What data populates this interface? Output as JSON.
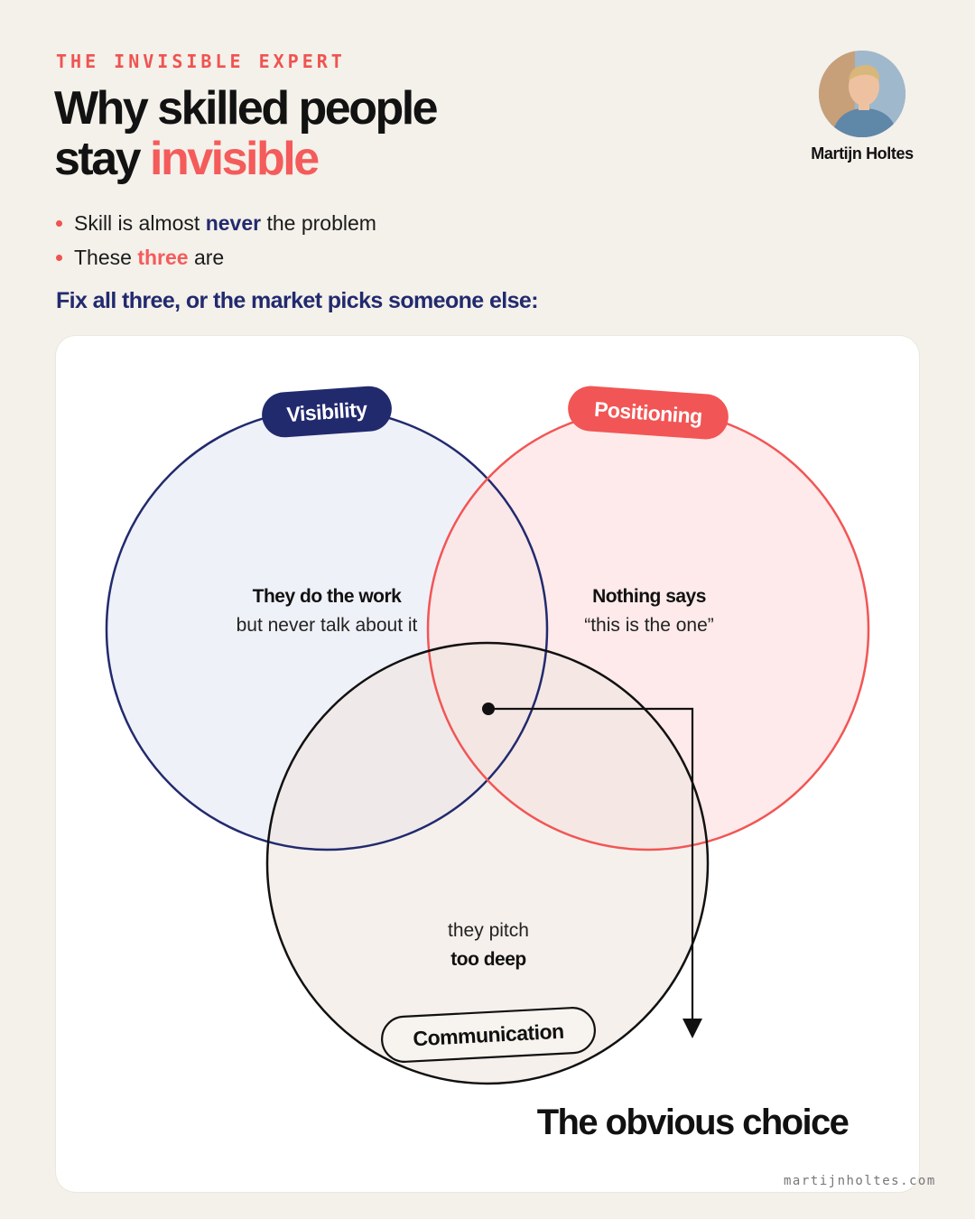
{
  "kicker": "THE INVISIBLE EXPERT",
  "title": {
    "line1": "Why skilled people",
    "line2_lead": "stay ",
    "line2_accent": "invisible"
  },
  "bullets": [
    {
      "before": "Skill is almost ",
      "emphasis": "never",
      "after": " the problem"
    },
    {
      "before": "These ",
      "emphasis": "three",
      "after": " are"
    }
  ],
  "subhead": "Fix all three, or the market picks someone else:",
  "author": {
    "name": "Martijn Holtes"
  },
  "venn": {
    "visibility": {
      "label": "Visibility",
      "text_bold": "They do the work",
      "text_regular": "but never talk about it",
      "stroke": "#222a6e",
      "fill": "#eceef7"
    },
    "positioning": {
      "label": "Positioning",
      "text_bold": "Nothing says",
      "text_regular": "“this is the one”",
      "stroke": "#f25555",
      "fill": "#fde9e9"
    },
    "communication": {
      "label": "Communication",
      "text_regular": "they pitch",
      "text_bold": "too deep",
      "stroke": "#111111",
      "fill": "#f4f0ea"
    },
    "outcome": "The obvious choice"
  },
  "footer": {
    "url": "martijnholtes.com"
  },
  "colors": {
    "background": "#f4f0ea",
    "navy": "#222a6e",
    "red": "#f45b5b"
  }
}
